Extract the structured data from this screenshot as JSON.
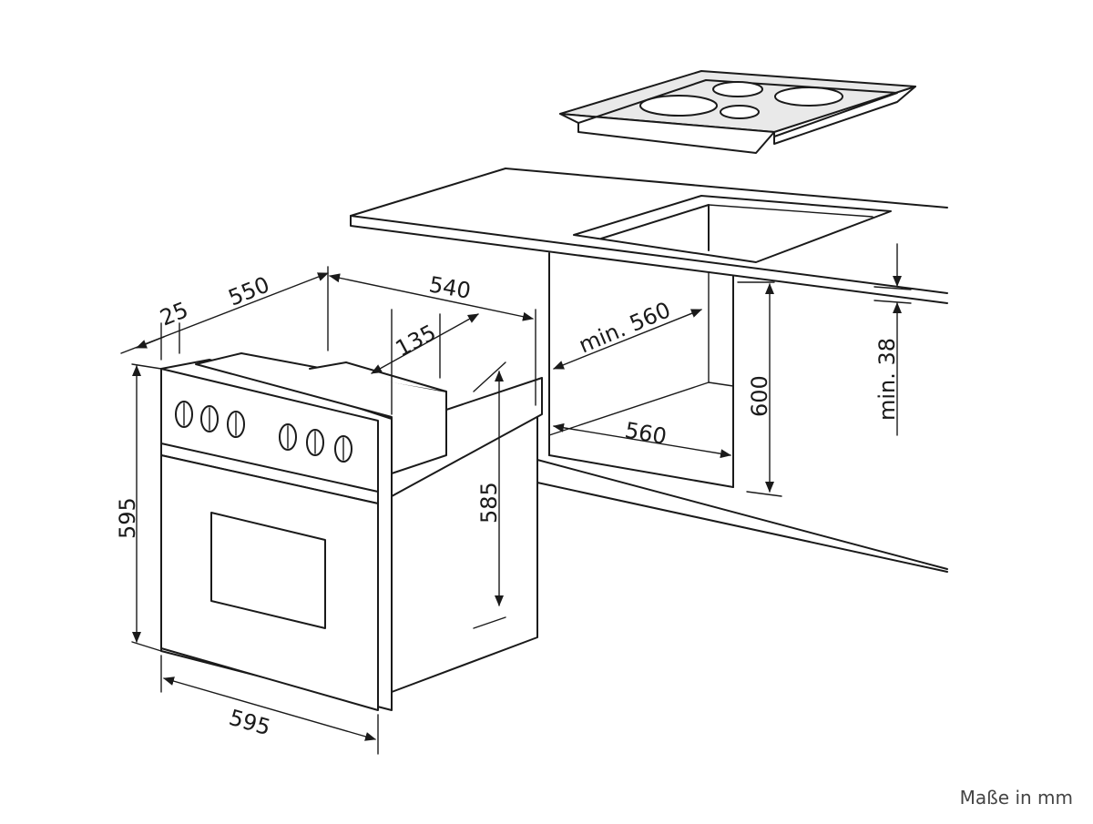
{
  "caption": "Maße in mm",
  "dimensions": {
    "oven_depth_total": "550",
    "oven_front_lip": "25",
    "oven_body_depth": "540",
    "oven_top_recess": "135",
    "oven_width": "595",
    "oven_height": "595",
    "oven_body_height": "585",
    "niche_depth_min": "min. 560",
    "niche_width": "560",
    "niche_height": "600",
    "worktop_thickness_min": "min. 38"
  }
}
